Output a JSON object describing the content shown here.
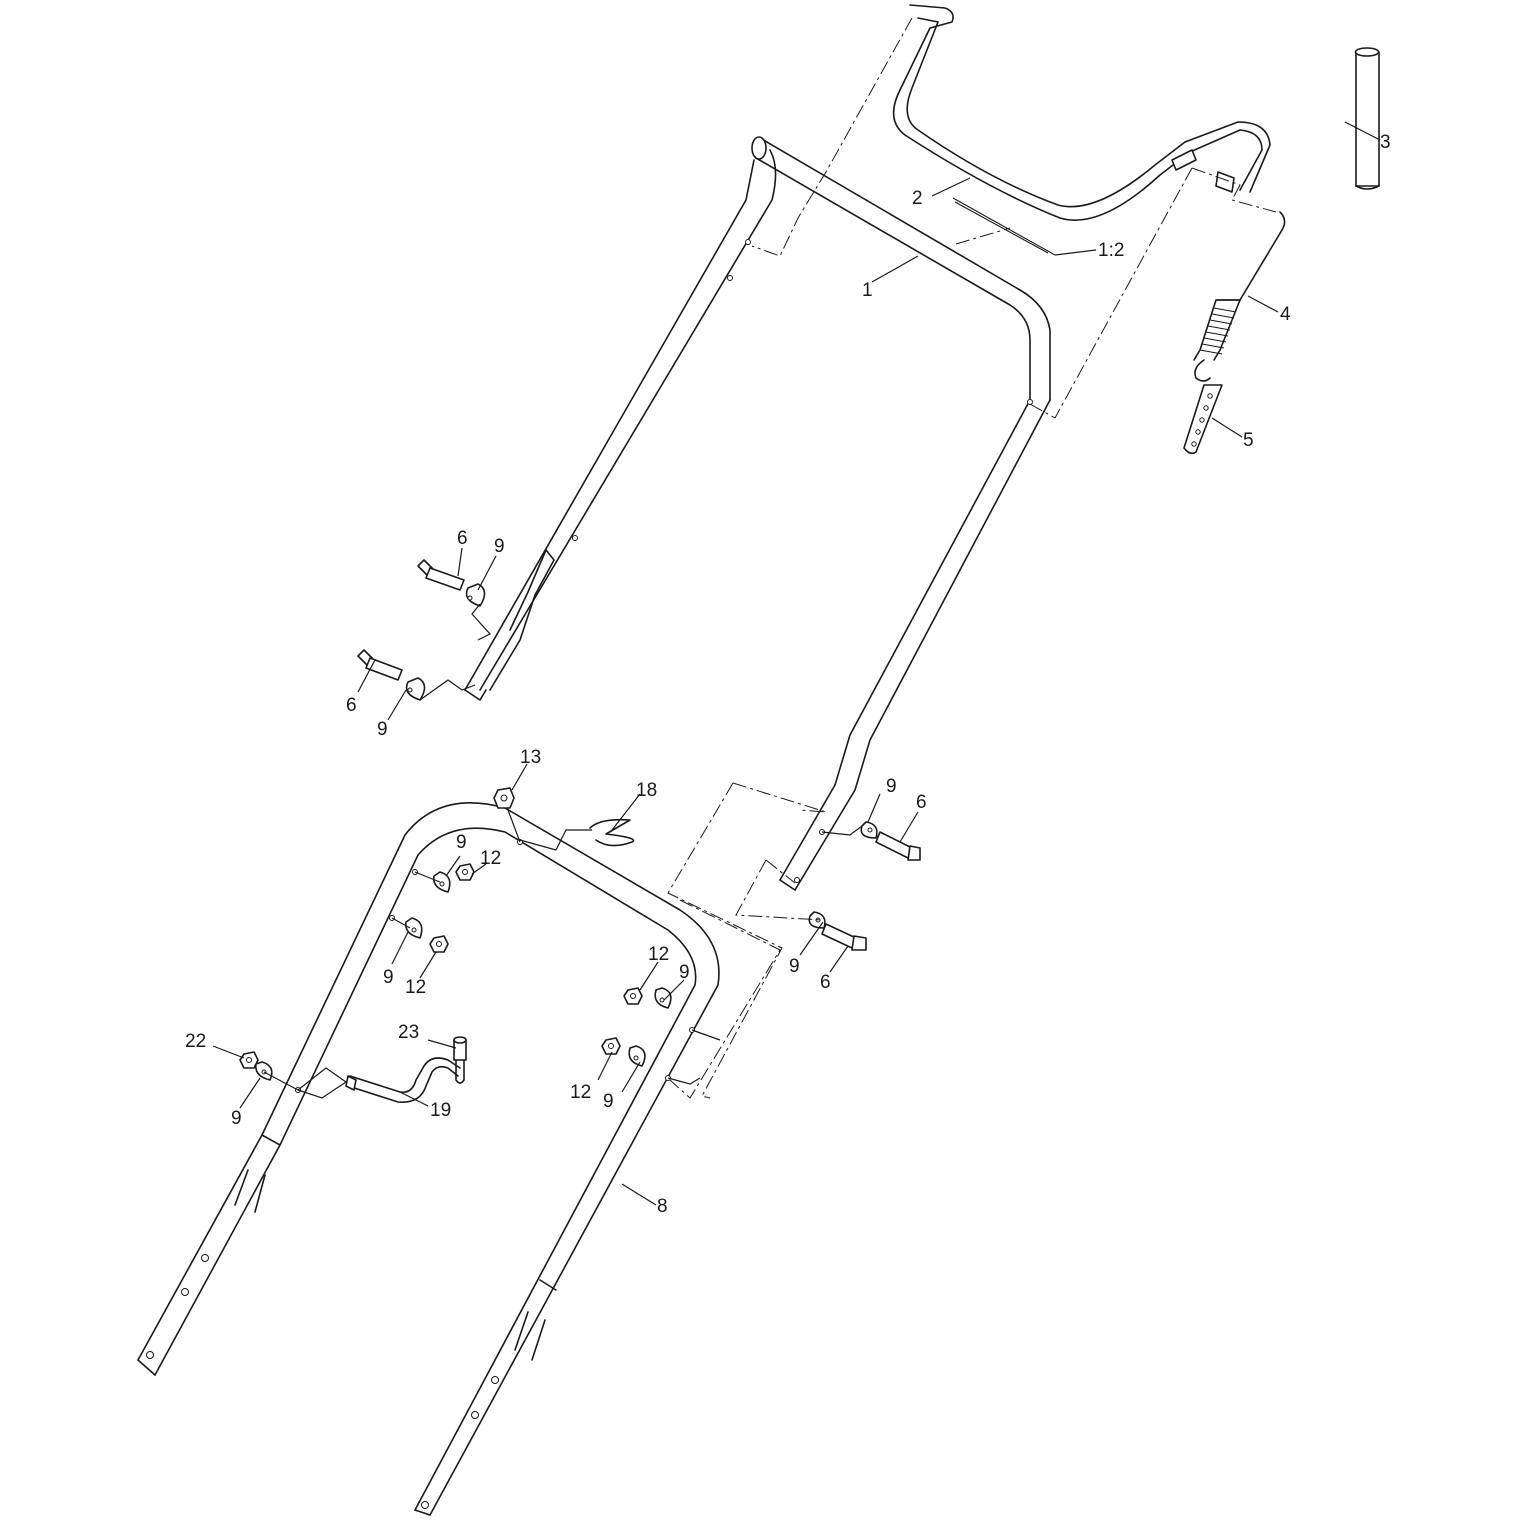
{
  "callouts": {
    "p1": "1",
    "p1_2": "1:2",
    "p2": "2",
    "p3": "3",
    "p4": "4",
    "p5": "5",
    "p6": "6",
    "p8": "8",
    "p9": "9",
    "p12": "12",
    "p13": "13",
    "p18": "18",
    "p19": "19",
    "p22": "22",
    "p23": "23"
  }
}
